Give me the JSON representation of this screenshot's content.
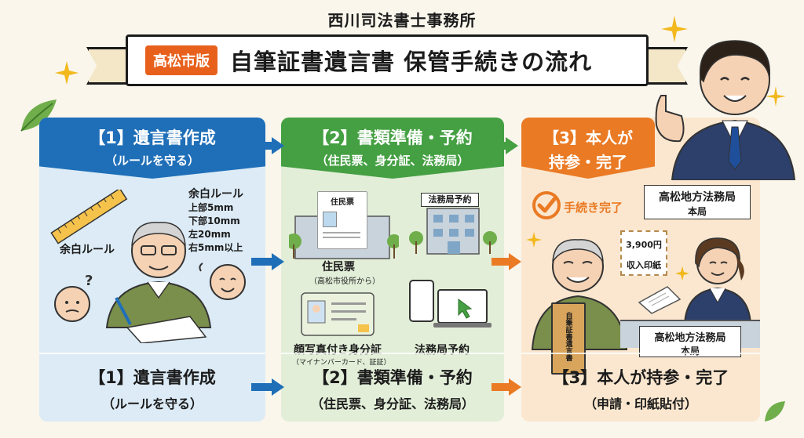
{
  "header": {
    "office": "西川司法書士事務所",
    "tag": "高松市版",
    "title": "自筆証書遺言書 保管手続きの流れ"
  },
  "step1": {
    "head_title": "【1】遺言書作成",
    "head_sub": "（ルールを守る）",
    "ruler_label": "余白ルール",
    "rules_title": "余白ルール",
    "rules": [
      "上部5mm",
      "下部10mm",
      "左20mm",
      "右5mm以上"
    ],
    "foot_title": "【1】遺言書作成",
    "foot_sub": "（ルールを守る）"
  },
  "step2": {
    "head_title": "【2】書類準備・予約",
    "head_sub": "（住民票、身分証、法務局）",
    "doc_label": "住民票",
    "bureau_sign": "法務局予約",
    "item1_label": "住民票",
    "item1_sub": "（高松市役所から）",
    "item2_label": "顔写真付き身分証",
    "item2_sub": "（マイナンバーカード、証証）",
    "item3_label": "法務局予約",
    "foot_title": "【2】書類準備・予約",
    "foot_sub": "（住民票、身分証、法務局）"
  },
  "step3": {
    "head_title": "【3】本人が",
    "head_title2": "持参・完了",
    "done_label": "手続き完了",
    "office_sign": "高松地方法務局",
    "office_sign_sub": "本局",
    "stamp_price": "3,900円",
    "stamp_label": "収入印紙",
    "envelope_text": "自筆証書遺言書",
    "counter_sign": "高松地方法務局",
    "counter_sign_sub": "本局",
    "foot_title": "【3】本人が持参・完了",
    "foot_sub": "（申請・印紙貼付）"
  },
  "colors": {
    "step1": "#1f6fb8",
    "step2": "#45a043",
    "step3": "#ea7a24",
    "tag": "#e8611c"
  }
}
